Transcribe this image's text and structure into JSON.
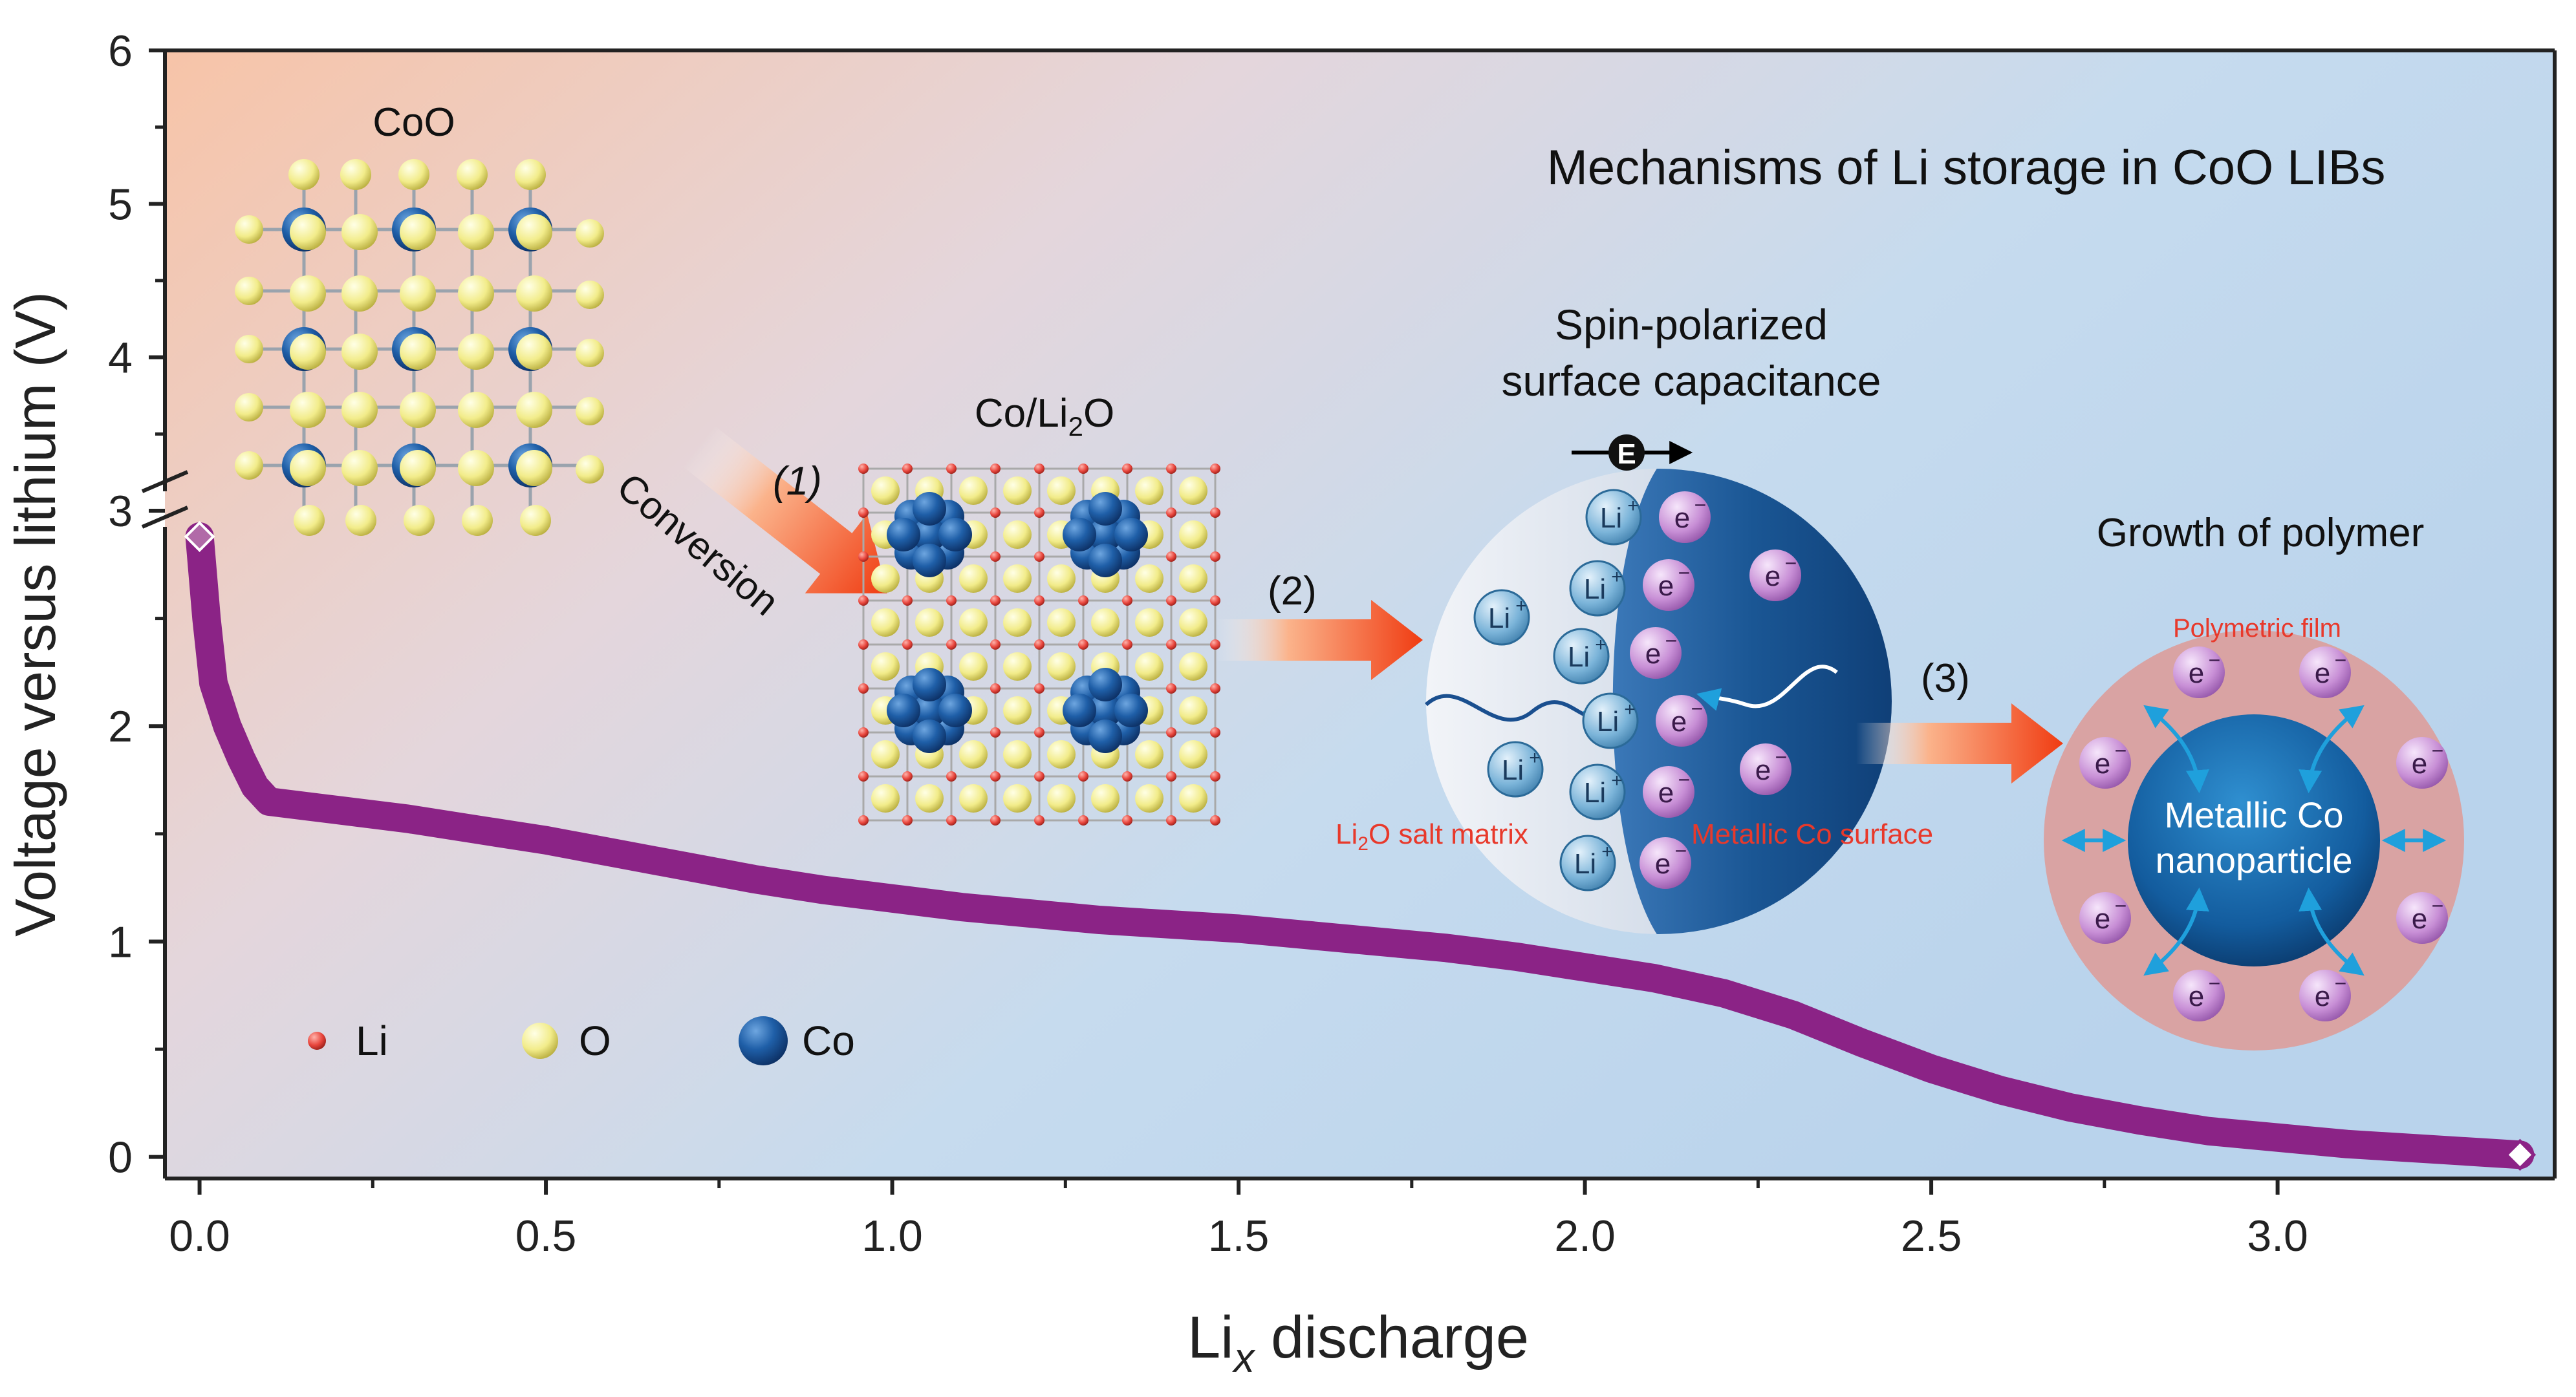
{
  "annotations": {
    "title": "Mechanisms of Li storage in CoO LIBs",
    "coo_label": "CoO",
    "co_li2o_label": "Co/Li",
    "co_li2o_sub": "2",
    "co_li2o_tail": "O",
    "step1": "(1)",
    "conversion": "Conversion",
    "step2": "(2)",
    "step3": "(3)",
    "spin_line1": "Spin-polarized",
    "spin_line2": "surface capacitance",
    "e_symbol": "E",
    "li_plus": "Li",
    "plus": "+",
    "e_minus": "e",
    "minus": "−",
    "li2o_matrix_a": "Li",
    "li2o_matrix_sub": "2",
    "li2o_matrix_b": "O salt matrix",
    "metallic_co_surface": "Metallic Co surface",
    "growth_of_polymer": "Growth of polymer",
    "polymetric_film": "Polymetric film",
    "nano_line1": "Metallic Co",
    "nano_line2": "nanoparticle"
  },
  "legend": {
    "items": [
      {
        "label": "Li",
        "color": "#e8453c"
      },
      {
        "label": "O",
        "color": "#f2ec8a"
      },
      {
        "label": "Co",
        "color": "#1f5fa8"
      }
    ]
  },
  "colors": {
    "curve": "#8b2386",
    "arrow": "#f25a1e",
    "co_blue": "#1f5fa8",
    "o_yellow": "#f2ec8a",
    "li_red": "#e8453c",
    "red_text": "#e8392b",
    "electron": "#c88fd6",
    "li_ion": "#7bb4d9",
    "film": "#d9a3a3"
  },
  "chart_data": {
    "type": "line",
    "xlabel": "Li",
    "xlabel_sub": "x",
    "xlabel_tail": " discharge",
    "ylabel": "Voltage versus lithium (V)",
    "xlim": [
      -0.05,
      3.4
    ],
    "xticks": [
      0.0,
      0.5,
      1.0,
      1.5,
      2.0,
      2.5,
      3.0
    ],
    "xtick_labels": [
      "0.0",
      "0.5",
      "1.0",
      "1.5",
      "2.0",
      "2.5",
      "3.0"
    ],
    "y_broken_axis": true,
    "y_lower_range": [
      -0.1,
      3.0
    ],
    "y_upper_range": [
      3.0,
      6.0
    ],
    "yticks_lower": [
      0,
      1,
      2,
      3
    ],
    "yticks_upper": [
      4,
      5,
      6
    ],
    "series": [
      {
        "x": [
          0.0,
          0.01,
          0.02,
          0.04,
          0.06,
          0.08,
          0.1,
          0.2,
          0.3,
          0.4,
          0.5,
          0.6,
          0.7,
          0.8,
          0.9,
          1.0,
          1.1,
          1.2,
          1.3,
          1.4,
          1.5,
          1.6,
          1.7,
          1.8,
          1.9,
          2.0,
          2.1,
          2.2,
          2.3,
          2.4,
          2.5,
          2.6,
          2.7,
          2.8,
          2.9,
          3.0,
          3.1,
          3.2,
          3.3,
          3.35
        ],
        "y": [
          2.88,
          2.5,
          2.2,
          2.0,
          1.85,
          1.72,
          1.65,
          1.61,
          1.57,
          1.52,
          1.47,
          1.41,
          1.35,
          1.29,
          1.24,
          1.2,
          1.16,
          1.13,
          1.1,
          1.08,
          1.06,
          1.03,
          1.0,
          0.97,
          0.93,
          0.88,
          0.83,
          0.76,
          0.66,
          0.53,
          0.41,
          0.31,
          0.23,
          0.17,
          0.12,
          0.09,
          0.06,
          0.04,
          0.02,
          0.01
        ]
      }
    ]
  }
}
